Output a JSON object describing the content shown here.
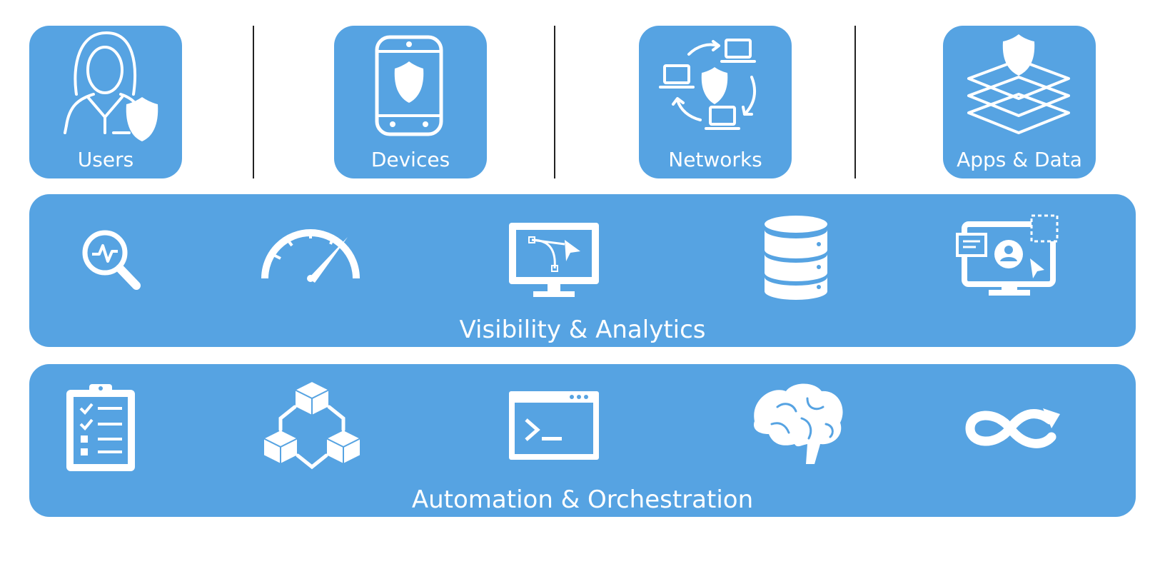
{
  "theme": {
    "tile_color": "#56A3E2",
    "icon_color": "#FFFFFF",
    "divider_color": "#222222"
  },
  "pillars": [
    {
      "label": "Users",
      "icon": "user-shield-icon"
    },
    {
      "label": "Devices",
      "icon": "smartphone-shield-icon"
    },
    {
      "label": "Networks",
      "icon": "network-shield-icon"
    },
    {
      "label": "Apps & Data",
      "icon": "layers-shield-icon"
    }
  ],
  "visibility": {
    "label": "Visibility & Analytics",
    "icons": [
      "search-pulse-icon",
      "speedometer-icon",
      "monitor-vector-icon",
      "database-icon",
      "dashboard-user-icon"
    ]
  },
  "automation": {
    "label": "Automation & Orchestration",
    "icons": [
      "clipboard-checklist-icon",
      "cubes-network-icon",
      "terminal-window-icon",
      "brain-icon",
      "infinity-loop-icon"
    ]
  }
}
